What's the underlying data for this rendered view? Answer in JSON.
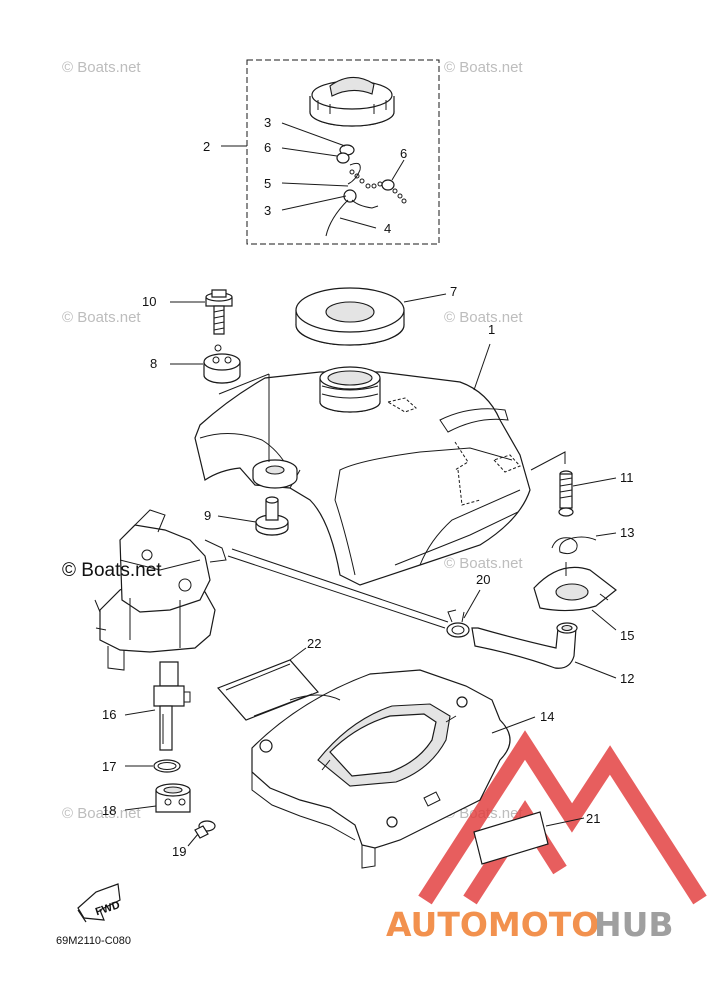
{
  "watermarks": {
    "boats_small": "© Boats.net",
    "boats_large": "© Boats.net"
  },
  "callouts": {
    "c1": "1",
    "c2": "2",
    "c3a": "3",
    "c3b": "3",
    "c4": "4",
    "c5": "5",
    "c6a": "6",
    "c6b": "6",
    "c7": "7",
    "c8": "8",
    "c9": "9",
    "c10": "10",
    "c11": "11",
    "c12": "12",
    "c13": "13",
    "c14": "14",
    "c15": "15",
    "c16": "16",
    "c17": "17",
    "c18": "18",
    "c19": "19",
    "c20": "20",
    "c21": "21",
    "c22": "22"
  },
  "fwd_label": "FWD",
  "diagram_code": "69M2110-C080",
  "brand": {
    "part1": "AUTOMOTO",
    "part2": "HUB",
    "color_primary": "#f07a28",
    "color_secondary": "#8a8a8a",
    "logo_color": "#e23b3b"
  }
}
